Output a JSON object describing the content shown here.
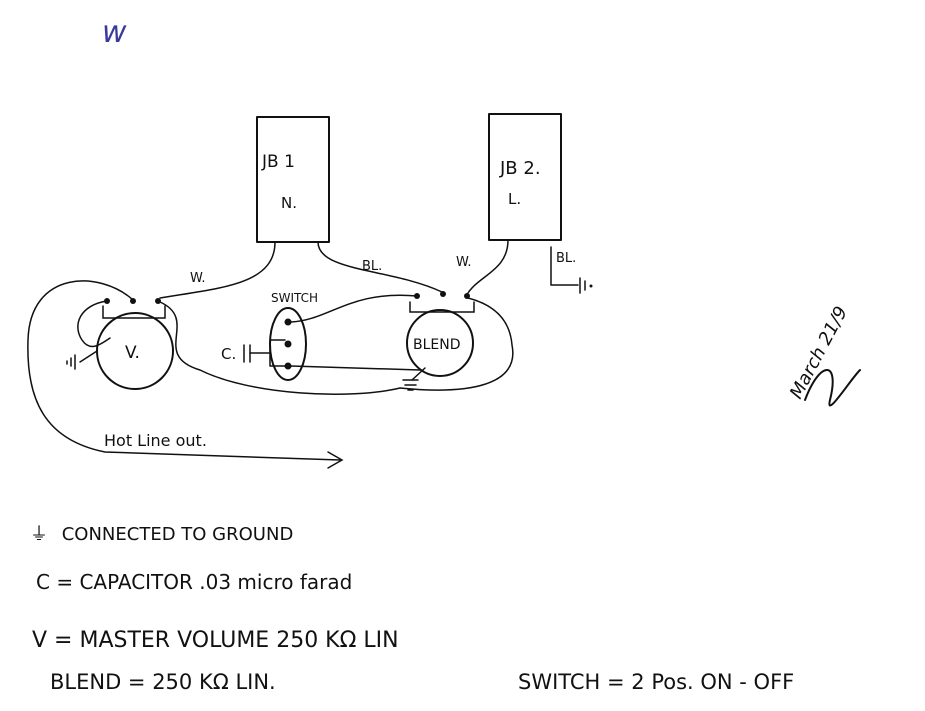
{
  "corner_mark": "w",
  "components": {
    "jb1": {
      "name": "JB 1",
      "position": "N."
    },
    "jb2": {
      "name": "JB 2.",
      "position": "L."
    },
    "volume": "V.",
    "blend": "BLEND",
    "switch": "SWITCH",
    "capacitor": "C."
  },
  "wire_labels": {
    "white_left": "W.",
    "black_mid": "BL.",
    "white_right": "W.",
    "black_right": "BL."
  },
  "output_label": "Hot Line out.",
  "signature": "March 21/9",
  "legend": {
    "ground": {
      "symbol": "⏚",
      "text": "CONNECTED TO GROUND"
    },
    "capacitor": {
      "text": "C = CAPACITOR .03 micro farad"
    },
    "volume": {
      "text": "V = MASTER VOLUME 250 KΩ LIN"
    },
    "blend": {
      "text": "BLEND = 250 KΩ LIN."
    },
    "switch": {
      "text": "SWITCH = 2 Pos. ON - OFF"
    }
  }
}
